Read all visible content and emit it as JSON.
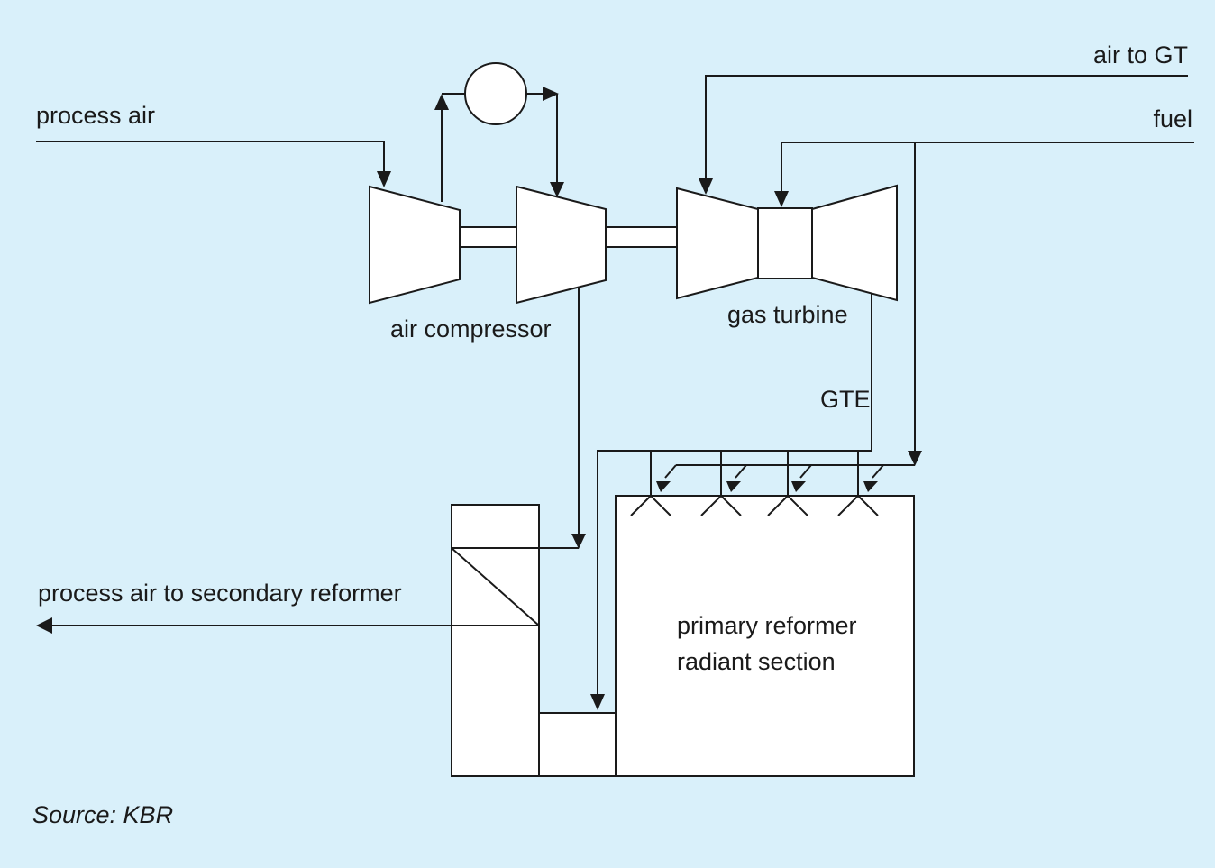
{
  "colors": {
    "background": "#d9f0fa",
    "line": "#1a1a1a",
    "fill": "#ffffff"
  },
  "labels": {
    "process_air": "process air",
    "air_to_gt": "air to GT",
    "fuel": "fuel",
    "air_compressor": "air compressor",
    "gas_turbine": "gas turbine",
    "gte": "GTE",
    "process_air_to_secondary": "process air to secondary reformer",
    "primary_reformer_line1": "primary reformer",
    "primary_reformer_line2": "radiant section",
    "source": "Source: KBR"
  }
}
